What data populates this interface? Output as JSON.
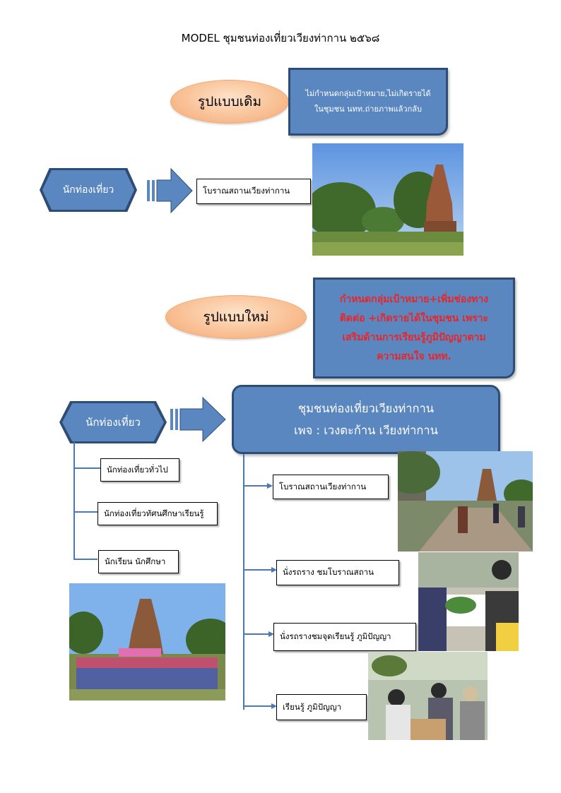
{
  "title": "MODEL ชุมชนท่องเที่ยวเวียงท่ากาน ๒๕๖๘",
  "old_model": {
    "label": "รูปแบบเดิม",
    "note_line1": "ไม่กำหนดกลุ่มเป้าหมาย,ไม่เกิดรายได้",
    "note_line2": "ในชุมชน นทท.ถ่ายภาพแล้วกลับ",
    "tourist": "นักท่องเที่ยว",
    "destination": "โบราณสถานเวียงท่ากาน"
  },
  "new_model": {
    "label": "รูปแบบใหม่",
    "note_lines": [
      "กำหนดกลุ่มเป้าหมาย+เพิ่มช่องทาง",
      "ติดต่อ +เกิดรายได้ในชุมชน เพราะ",
      "เสริมด้านการเรียนรู้ภูมิปัญญาตาม",
      "ความสนใจ นทท."
    ],
    "tourist": "นักท่องเที่ยว",
    "community_line1": "ชุมชนท่องเที่ยวเวียงท่ากาน",
    "community_line2": "เพจ : เวงตะก้าน เวียงท่ากาน",
    "tourist_types": [
      "นักท่องเที่ยวทั่วไป",
      "นักท่องเที่ยวทัศนศึกษาเรียนรู้",
      "นักเรียน นักศึกษา"
    ],
    "activities": [
      "โบราณสถานเวียงท่ากาน",
      "นั่งรถราง ชมโบราณสถาน",
      "นั่งรถรางชมจุดเรียนรู้ ภูมิปัญญา",
      "เรียนรู้ ภูมิปัญญา"
    ]
  },
  "colors": {
    "box_blue": "#5b87c0",
    "box_border": "#2d4d74",
    "oval_orange": "#f8b98a",
    "red_text": "#e8262a"
  }
}
